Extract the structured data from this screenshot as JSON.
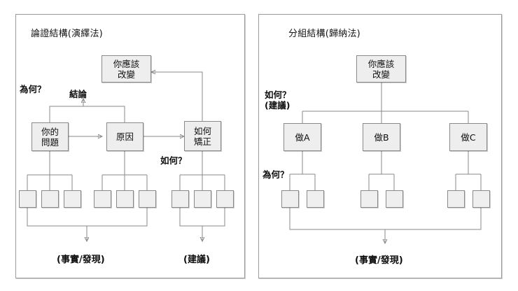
{
  "page": {
    "background": "#ffffff",
    "node_fill": "#eeeeee",
    "node_border": "#8a8a8a",
    "panel_border": "#9b9b9b",
    "wire_color": "#888888"
  },
  "left_panel": {
    "title": "論證結構(演繹法)",
    "top_node": "你應該\n改變",
    "annotations": {
      "why": "為何？",
      "conclusion": "結論",
      "how": "如何？"
    },
    "mid_nodes": [
      {
        "label": "你的\n問題"
      },
      {
        "label": "原因"
      },
      {
        "label": "如何\n矯正"
      }
    ],
    "leaf_groups": [
      {
        "parent": "你的\n問題",
        "count": 3
      },
      {
        "parent": "原因",
        "count": 3
      },
      {
        "parent": "如何\n矯正",
        "count": 3
      }
    ],
    "captions": [
      {
        "text": "(事實/發現)"
      },
      {
        "text": "(建議)"
      }
    ]
  },
  "right_panel": {
    "title": "分組結構(歸納法)",
    "top_node": "你應該\n改變",
    "annotations": {
      "how": "如何？\n(建議)",
      "why": "為何？"
    },
    "mid_nodes": [
      {
        "label": "做A"
      },
      {
        "label": "做B"
      },
      {
        "label": "做C"
      }
    ],
    "leaf_groups": [
      {
        "parent": "做A",
        "count": 2
      },
      {
        "parent": "做B",
        "count": 2
      },
      {
        "parent": "做C",
        "count": 2
      }
    ],
    "captions": [
      {
        "text": "(事實/發現)"
      }
    ]
  }
}
